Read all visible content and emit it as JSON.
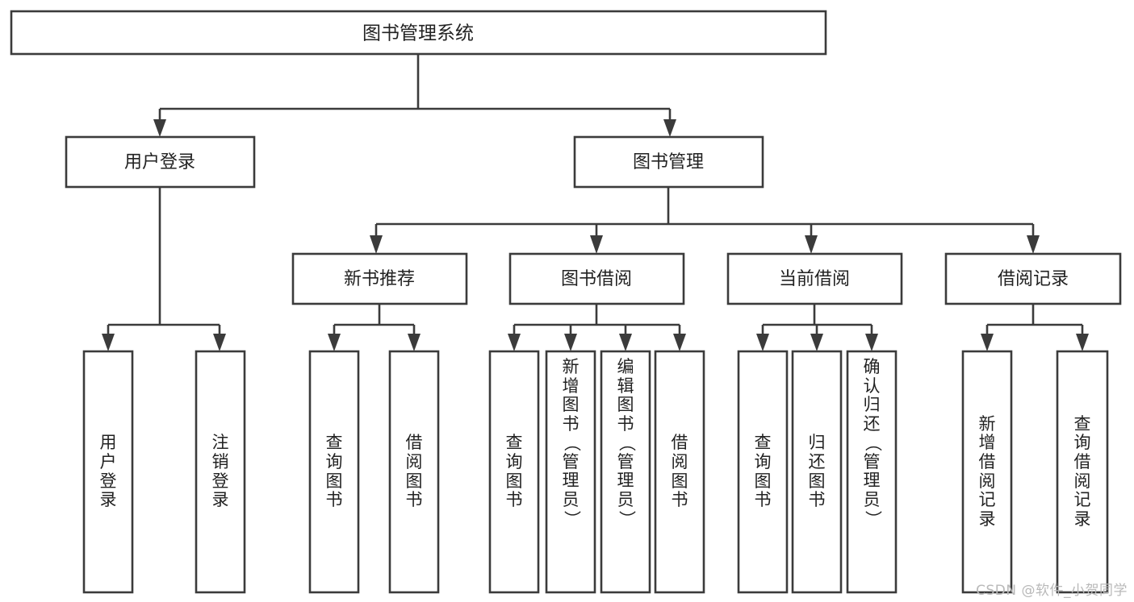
{
  "diagram": {
    "type": "tree-hierarchy-chart",
    "title": "图书管理系统",
    "orientation": "top-down",
    "colors": {
      "box_fill": "#ffffff",
      "box_stroke": "#3b3b3b",
      "text": "#222222",
      "background": "#ffffff",
      "watermark": "#b9b9b9"
    },
    "root": {
      "label": "图书管理系统"
    },
    "level2": [
      {
        "label": "用户登录"
      },
      {
        "label": "图书管理"
      }
    ],
    "level3": [
      {
        "label": "新书推荐"
      },
      {
        "label": "图书借阅"
      },
      {
        "label": "当前借阅"
      },
      {
        "label": "借阅记录"
      }
    ],
    "leaves": {
      "user_login": [
        {
          "label": "用户登录"
        },
        {
          "label": "注销登录"
        }
      ],
      "new_book_recommend": [
        {
          "label": "查询图书"
        },
        {
          "label": "借阅图书"
        }
      ],
      "book_borrow": [
        {
          "label": "查询图书"
        },
        {
          "label": "新增图书（管理员）"
        },
        {
          "label": "编辑图书（管理员）"
        },
        {
          "label": "借阅图书"
        }
      ],
      "current_borrow": [
        {
          "label": "查询图书"
        },
        {
          "label": "归还图书"
        },
        {
          "label": "确认归还（管理员）"
        }
      ],
      "borrow_record": [
        {
          "label": "新增借阅记录"
        },
        {
          "label": "查询借阅记录"
        }
      ]
    }
  },
  "watermark": {
    "text": "CSDN @软件_小贺同学"
  }
}
